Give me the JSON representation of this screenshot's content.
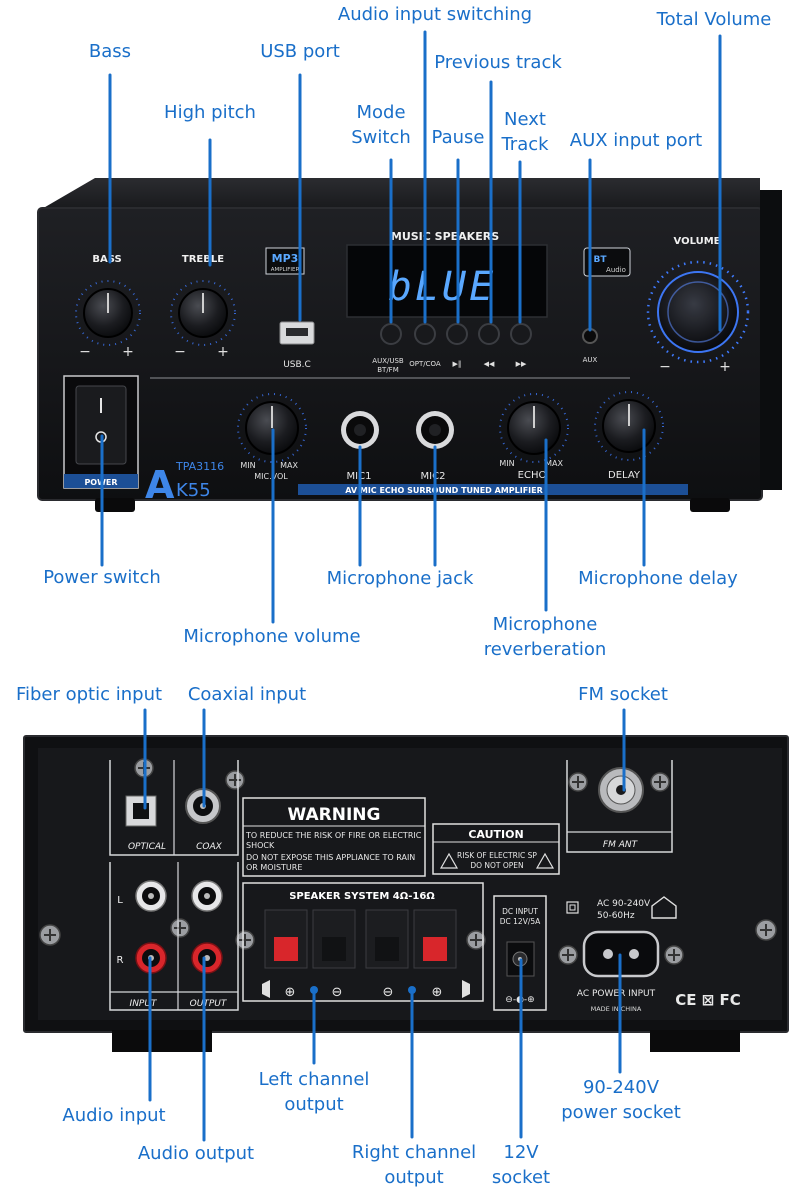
{
  "front": {
    "labels": {
      "bass": "BASS",
      "treble": "TREBLE",
      "mp3_badge": "MP3",
      "mp3_sub": "AMPLIFIER",
      "usb_port": "USB.C",
      "display_title": "MUSIC SPEAKERS",
      "display_text": "bLUE",
      "bt_badge": "BT",
      "bt_sub": "Audio",
      "volume": "VOLUME",
      "aux_usb": "AUX/USB",
      "bt_fm": "BT/FM",
      "opt_coa": "OPT/COA",
      "pause": "▶‖",
      "prev": "◀◀",
      "next": "▶▶",
      "aux": "AUX",
      "power": "POWER",
      "brand_a": "A",
      "brand_chip": "TPA3116",
      "brand_model": "K55",
      "mic_min": "MIN",
      "mic_max": "MAX",
      "mic_vol": "MIC.VOL",
      "mic1": "MIC1",
      "mic2": "MIC2",
      "echo_min": "MIN",
      "echo_max": "MAX",
      "echo": "ECHO",
      "delay": "DELAY",
      "strip": "AV MIC ECHO SURROUND TUNED AMPLIFIER"
    }
  },
  "back": {
    "labels": {
      "optical": "OPTICAL",
      "coax": "COAX",
      "warning_title": "WARNING",
      "warning_line1": "TO REDUCE THE RISK OF FIRE OR ELECTRIC",
      "warning_line2": "SHOCK",
      "warning_line3": "DO NOT EXPOSE THIS APPLIANCE TO RAIN",
      "warning_line4": "OR MOISTURE",
      "caution_title": "CAUTION",
      "caution_line1": "RISK OF ELECTRIC SP",
      "caution_line2": "DO NOT OPEN",
      "fm_ant": "FM ANT",
      "speaker_system": "SPEAKER SYSTEM 4Ω-16Ω",
      "input": "INPUT",
      "output": "OUTPUT",
      "ch_l": "L",
      "ch_r": "R",
      "dc_input": "DC INPUT",
      "dc_spec": "DC 12V/5A",
      "ac_range": "AC 90-240V",
      "ac_freq": "50-60Hz",
      "ac_power_input": "AC POWER INPUT",
      "made_in": "MADE IN CHINA",
      "ce_fc": "CE ⊠ FC"
    }
  },
  "callouts": {
    "bass": [
      "Bass"
    ],
    "high_pitch": [
      "High pitch"
    ],
    "usb_port": [
      "USB port"
    ],
    "mode_switch": [
      "Mode",
      "Switch"
    ],
    "audio_input_switching": [
      "Audio input switching"
    ],
    "pause": [
      "Pause"
    ],
    "previous_track": [
      "Previous track"
    ],
    "next_track": [
      "Next",
      "Track"
    ],
    "aux_input_port": [
      "AUX input port"
    ],
    "total_volume": [
      "Total Volume"
    ],
    "power_switch": [
      "Power switch"
    ],
    "microphone_jack": [
      "Microphone jack"
    ],
    "microphone_delay": [
      "Microphone delay"
    ],
    "microphone_volume": [
      "Microphone volume"
    ],
    "microphone_reverberation": [
      "Microphone",
      "reverberation"
    ],
    "fiber_optic_input": [
      "Fiber optic input"
    ],
    "coaxial_input": [
      "Coaxial input"
    ],
    "fm_socket": [
      "FM socket"
    ],
    "left_channel_output": [
      "Left channel",
      "output"
    ],
    "audio_input": [
      "Audio input"
    ],
    "audio_output": [
      "Audio output"
    ],
    "right_channel_output": [
      "Right channel",
      "output"
    ],
    "dc_12v_socket": [
      "12V",
      "socket"
    ],
    "ac_power_socket": [
      "90-240V",
      "power socket"
    ]
  },
  "colors": {
    "callout": "#1a6fc9",
    "chassis": "#141518",
    "display_blue": "#5aa8ff",
    "volume_ring": "#3f7bff",
    "terminal_red": "#d8262b"
  }
}
